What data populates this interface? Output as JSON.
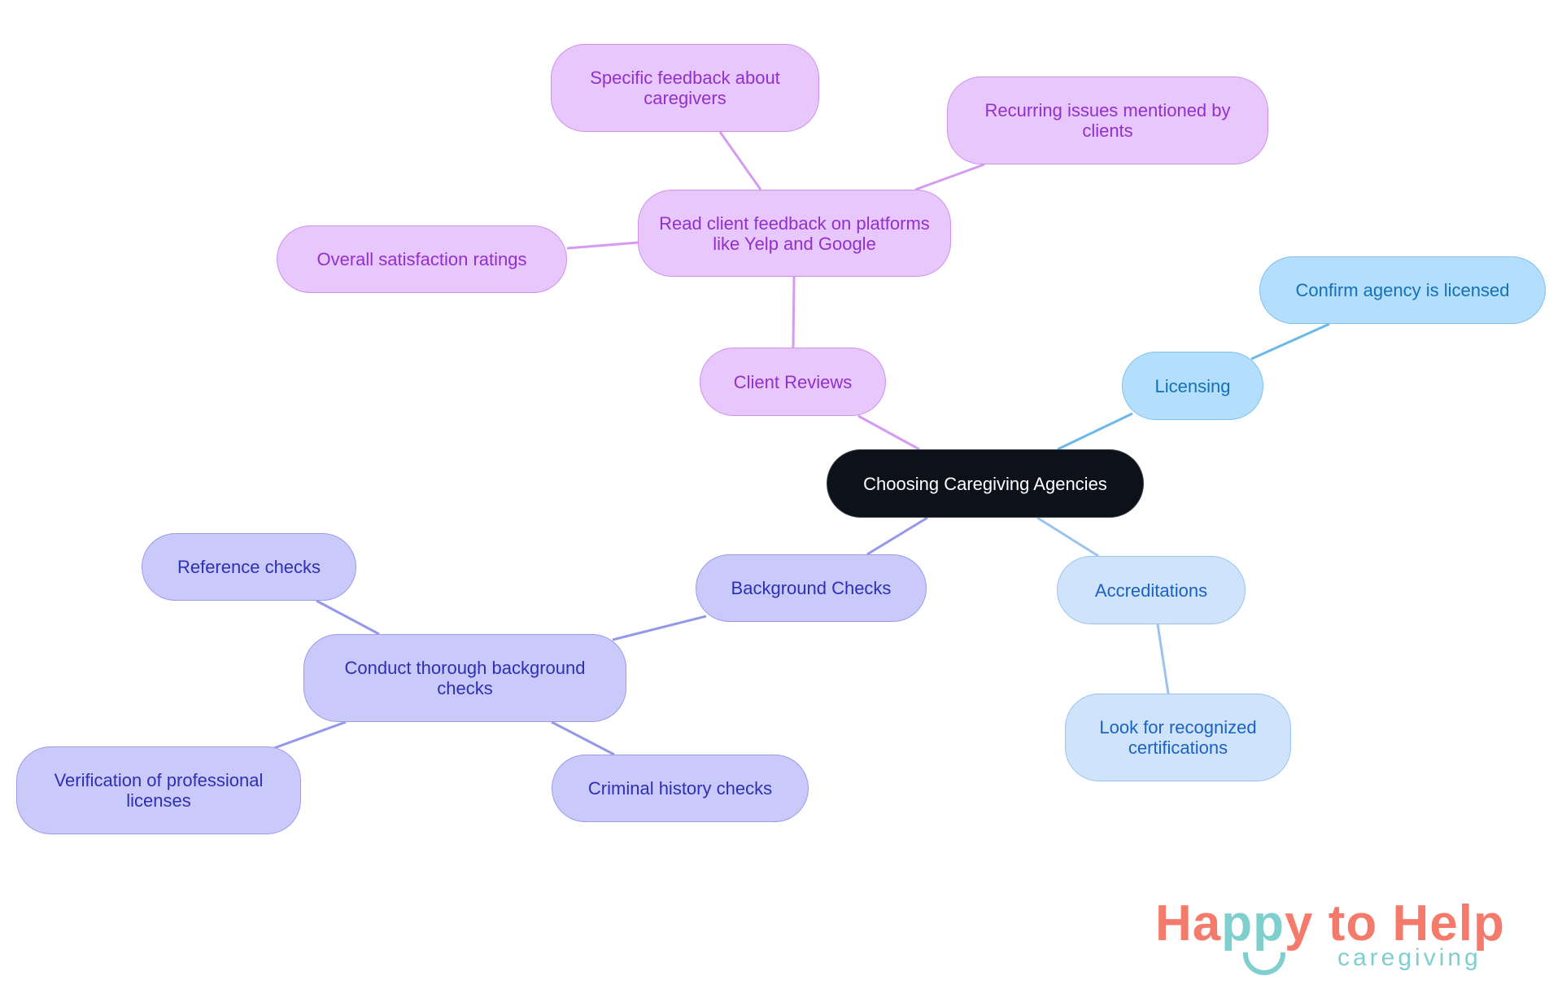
{
  "diagram": {
    "root": "Choosing Caregiving Agencies",
    "branches": {
      "client_reviews": {
        "label": "Client Reviews",
        "child": "Read client feedback on platforms like Yelp and Google",
        "grandchildren": [
          "Specific feedback about caregivers",
          "Recurring issues mentioned by clients",
          "Overall satisfaction ratings"
        ]
      },
      "licensing": {
        "label": "Licensing",
        "child": "Confirm agency is licensed"
      },
      "accreditations": {
        "label": "Accreditations",
        "child": "Look for recognized certifications"
      },
      "background_checks": {
        "label": "Background Checks",
        "child": "Conduct thorough background checks",
        "grandchildren": [
          "Reference checks",
          "Verification of professional licenses",
          "Criminal history checks"
        ]
      }
    },
    "colors": {
      "root": "#0c111a",
      "client_reviews": "#e8c8fc",
      "licensing": "#b3defc",
      "accreditations": "#cfe3fb",
      "background_checks": "#c9caf9"
    }
  },
  "logo": {
    "part1": "Ha",
    "part2": "pp",
    "part3": "y to Help",
    "subtitle": "caregiving"
  }
}
